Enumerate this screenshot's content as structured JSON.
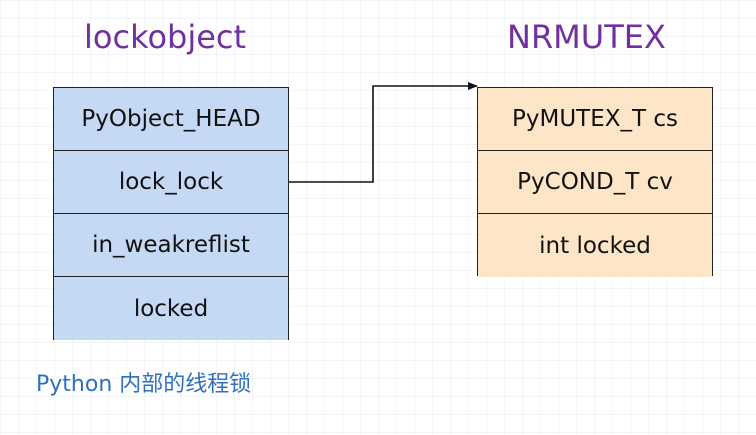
{
  "colors": {
    "title": "#7030a0",
    "caption": "#2f6fc0",
    "left_fill": "#c5d9f5",
    "right_fill": "#fde5c7",
    "line": "#111111"
  },
  "left_struct": {
    "title": "lockobject",
    "fields": [
      "PyObject_HEAD",
      "lock_lock",
      "in_weakreflist",
      "locked"
    ]
  },
  "right_struct": {
    "title": "NRMUTEX",
    "fields": [
      "PyMUTEX_T cs",
      "PyCOND_T cv",
      "int locked"
    ]
  },
  "pointer": {
    "from": "lock_lock",
    "to": "NRMUTEX"
  },
  "caption": "Python 内部的线程锁"
}
